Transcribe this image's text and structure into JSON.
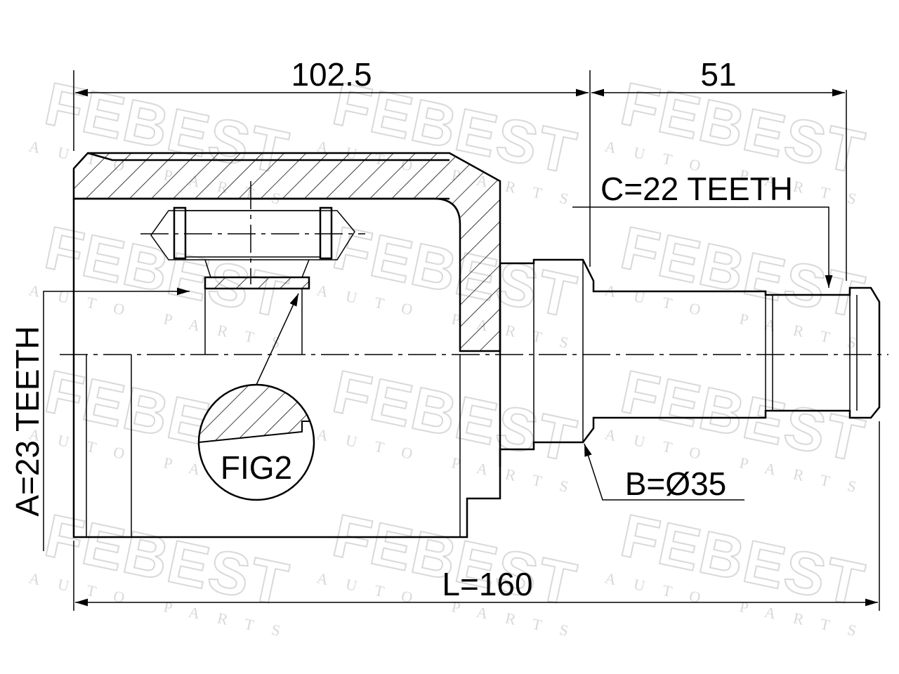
{
  "watermark": {
    "brand": "FEBEST",
    "sub": "AUTO PARTS"
  },
  "dimensions": {
    "body_length": "102.5",
    "shaft_length": "51",
    "total_length": "L=160",
    "spline_a": "A=23 TEETH",
    "spline_b": "B=Ø35",
    "spline_c": "C=22 TEETH"
  },
  "callouts": {
    "detail": "FIG2"
  }
}
